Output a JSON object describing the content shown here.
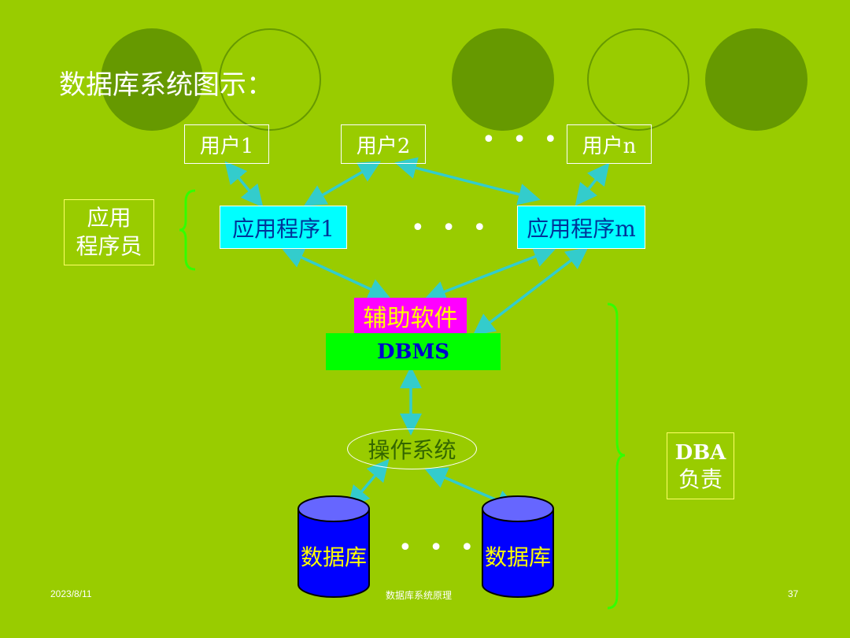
{
  "slide": {
    "title": "数据库系统图示：",
    "users": [
      "用户1",
      "用户2",
      "用户n"
    ],
    "user_ellipsis": "• • •",
    "apps": [
      "应用程序1",
      "应用程序m"
    ],
    "app_ellipsis": "• • •",
    "programmer_label_line1": "应用",
    "programmer_label_line2": "程序员",
    "aux_software": "辅助软件",
    "dbms": "DBMS",
    "os": "操作系统",
    "databases": [
      "数据库",
      "数据库"
    ],
    "db_ellipsis": "• • •",
    "dba_label_line1": "DBA",
    "dba_label_line2": "负责"
  },
  "footer": {
    "date": "2023/8/11",
    "course": "数据库系统原理",
    "page": "37"
  },
  "colors": {
    "background": "#99cc00",
    "circle": "#669900",
    "app_box": "#00ffff",
    "aux_box": "#ff00ff",
    "dbms_box": "#00ff00",
    "arrow": "#33cccc",
    "brace": "#33ff00",
    "db_top": "#6666ff",
    "db_body": "#0000ff"
  }
}
